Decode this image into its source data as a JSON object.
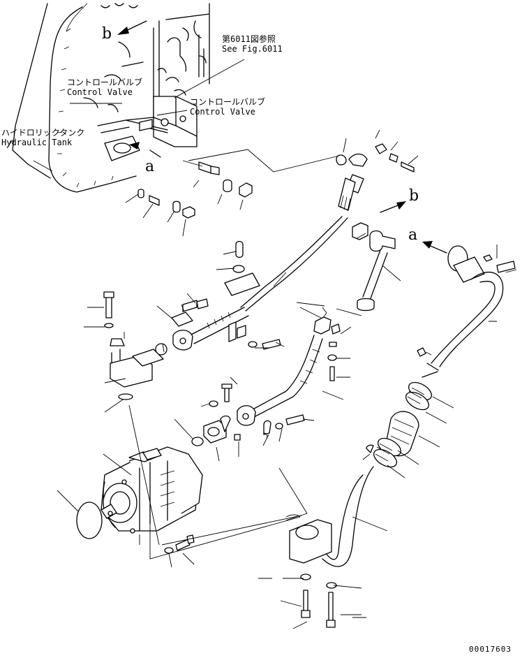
{
  "callouts": {
    "see_fig": {
      "jp": "第6011図参照",
      "en": "See Fig.6011"
    },
    "control_valve_left": {
      "jp": "コントロールバルブ",
      "en": "Control Valve"
    },
    "control_valve_right": {
      "jp": "コントロールバルブ",
      "en": "Control Valve"
    },
    "hydraulic_tank": {
      "jp": "ハイドロリックタンク",
      "en": "Hydraulic Tank"
    }
  },
  "connection_marks": {
    "b_top": "b",
    "a_left": "a",
    "b_right": "b",
    "a_right": "a"
  },
  "drawing_number": "00017603"
}
